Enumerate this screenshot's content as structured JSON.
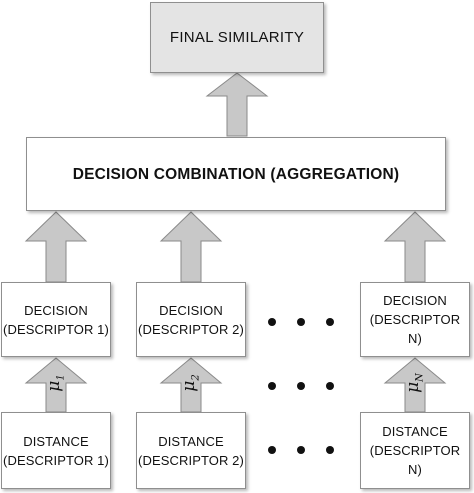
{
  "final_box": {
    "label": "FINAL SIMILARITY"
  },
  "combination_box": {
    "label": "DECISION COMBINATION (AGGREGATION)"
  },
  "decision_boxes": [
    {
      "line1": "DECISION",
      "line2": "(DESCRIPTOR 1)"
    },
    {
      "line1": "DECISION",
      "line2": "(DESCRIPTOR 2)"
    },
    {
      "line1": "DECISION",
      "line2": "(DESCRIPTOR N)"
    }
  ],
  "distance_boxes": [
    {
      "line1": "DISTANCE",
      "line2": "(DESCRIPTOR 1)"
    },
    {
      "line1": "DISTANCE",
      "line2": "(DESCRIPTOR 2)"
    },
    {
      "line1": "DISTANCE",
      "line2": "(DESCRIPTOR N)"
    }
  ],
  "mu_labels": [
    {
      "symbol": "μ",
      "subscript": "1"
    },
    {
      "symbol": "μ",
      "subscript": "2"
    },
    {
      "symbol": "μ",
      "subscript": "N"
    }
  ],
  "colors": {
    "arrow_fill": "#c8c8c8",
    "arrow_stroke": "#8a8a8a",
    "final_box_fill": "#e4e4e4",
    "box_border": "#8f8f8f"
  }
}
